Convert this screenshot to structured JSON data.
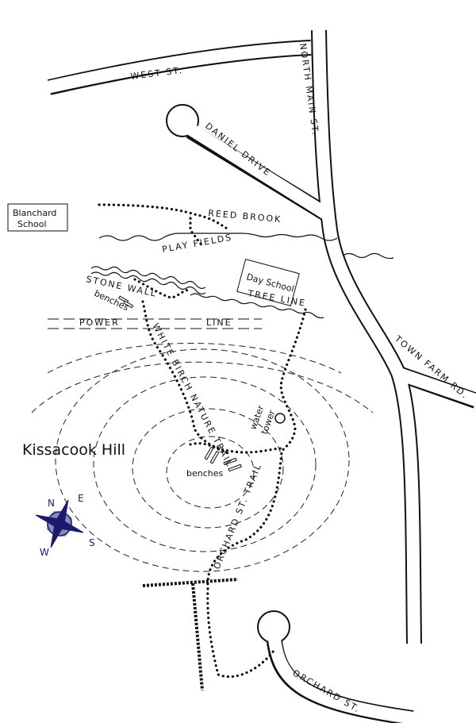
{
  "title": "Kissacook Hill",
  "roads": {
    "west_st": "WEST ST.",
    "north_main_st": "NORTH MAIN ST.",
    "daniel_drive": "DANIEL DRIVE",
    "town_farm_rd": "TOWN FARM RD.",
    "orchard_st": "ORCHARD ST."
  },
  "places": {
    "blanchard_school": [
      "Blanchard",
      "School"
    ],
    "day_school": "Day School",
    "play_fields": "PLAY FIELDS",
    "reed_brook": "REED BROOK",
    "stone_wall": "STONE WALL",
    "benches_north": "benches",
    "tree_line": "TREE LINE",
    "power": "POWER",
    "line": "LINE",
    "water_tower": [
      "water",
      "tower"
    ],
    "benches_summit": "benches"
  },
  "trails": {
    "white_birch": "WHITE BIRCH NATURE TRAIL",
    "orchard_st_trail": "ORCHARD ST. TRAIL"
  },
  "compass": {
    "n": "N",
    "e": "E",
    "s": "S",
    "w": "W",
    "color": "#1a1a6e"
  }
}
